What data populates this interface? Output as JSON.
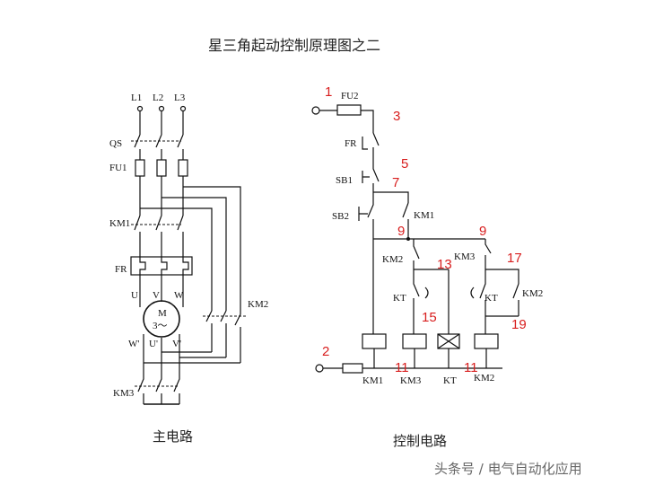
{
  "title": "星三角起动控制原理图之二",
  "captions": {
    "main_circuit": "主电路",
    "control_circuit": "控制电路"
  },
  "watermark": "头条号 / 电气自动化应用",
  "main": {
    "phases": [
      "L1",
      "L2",
      "L3"
    ],
    "qs": "QS",
    "fu1": "FU1",
    "km1": "KM1",
    "fr": "FR",
    "uvw": [
      "U",
      "V",
      "W"
    ],
    "motor": [
      "M",
      "3～"
    ],
    "uvw2": [
      "W'",
      "U'",
      "V'"
    ],
    "km2": "KM2",
    "km3": "KM3"
  },
  "control": {
    "fu2": "FU2",
    "fr": "FR",
    "sb1": "SB1",
    "sb2": "SB2",
    "km1_contact": "KM1",
    "km2_contact": "KM2",
    "km3_contact": "KM3",
    "kt_left": "KT",
    "kt_right": "KT",
    "km2_right": "KM2",
    "coils": [
      "KM1",
      "KM3",
      "KT",
      "KM2"
    ]
  },
  "nodes": {
    "n1": "1",
    "n2": "2",
    "n3": "3",
    "n5": "5",
    "n7": "7",
    "n9a": "9",
    "n9b": "9",
    "n11a": "11",
    "n11b": "11",
    "n13": "13",
    "n15": "15",
    "n17": "17",
    "n19": "19"
  },
  "colors": {
    "wire": "#111111",
    "node_numbers": "#d81e1e",
    "watermark": "#666666"
  }
}
